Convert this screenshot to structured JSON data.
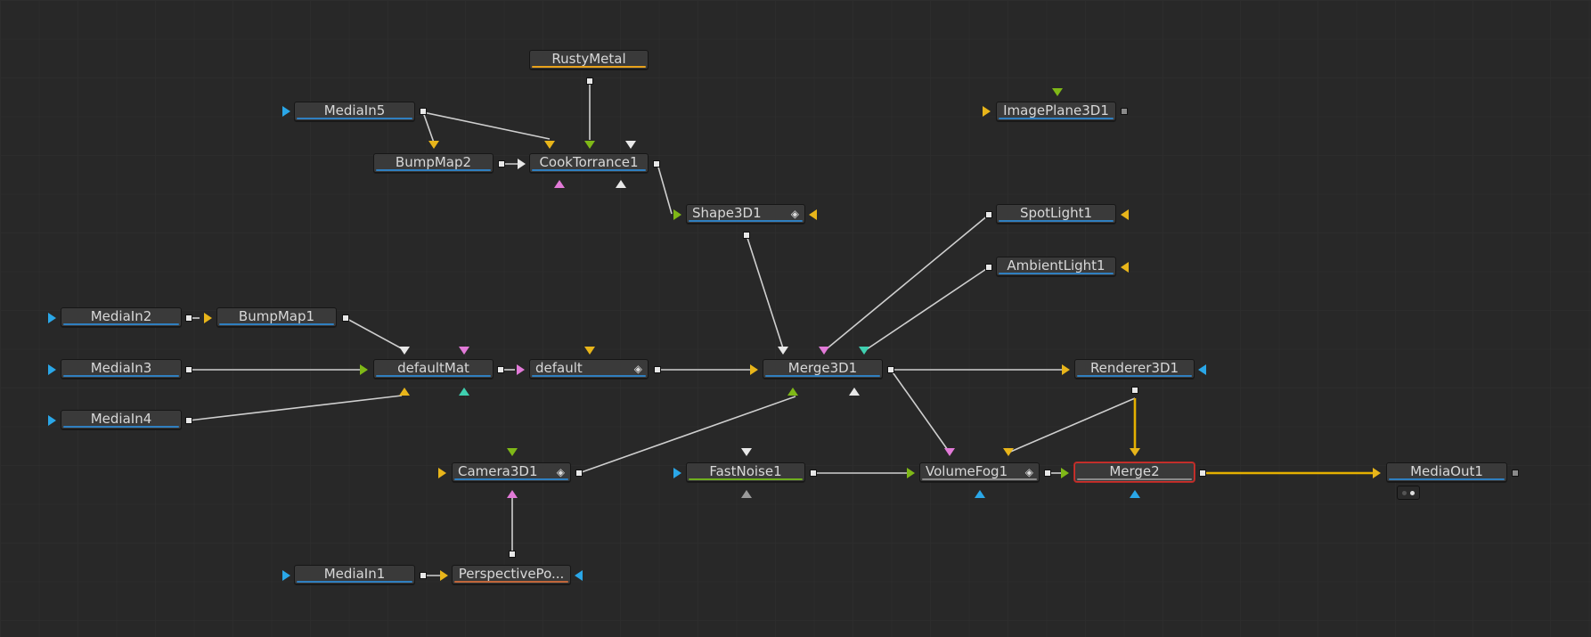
{
  "app": "Fusion Node Editor",
  "colors": {
    "blue": "#2aa7e8",
    "yellow": "#e8b51a",
    "green": "#7fb817",
    "pink": "#e27ad8",
    "white": "#e8e8e8",
    "teal": "#3fd0b0",
    "grey": "#9a9a9a",
    "selected": "#d0312d",
    "wire": "#cfcfcf",
    "active_wire": "#e4b000"
  },
  "nodes": {
    "rustymetal": {
      "label": "RustyMetal",
      "bar": "#e8a11a"
    },
    "mediain5": {
      "label": "MediaIn5",
      "bar": "#2f7fc0"
    },
    "imageplane": {
      "label": "ImagePlane3D1",
      "bar": "#2f7fc0"
    },
    "bumpmap2": {
      "label": "BumpMap2",
      "bar": "#2f7fc0"
    },
    "cooktorrance": {
      "label": "CookTorrance1",
      "bar": "#2f7fc0"
    },
    "shape3d": {
      "label": "Shape3D1",
      "bar": "#2f7fc0"
    },
    "spotlight": {
      "label": "SpotLight1",
      "bar": "#2f7fc0"
    },
    "ambientlight": {
      "label": "AmbientLight1",
      "bar": "#2f7fc0"
    },
    "mediain2": {
      "label": "MediaIn2",
      "bar": "#2f7fc0"
    },
    "bumpmap1": {
      "label": "BumpMap1",
      "bar": "#2f7fc0"
    },
    "mediain3": {
      "label": "MediaIn3",
      "bar": "#2f7fc0"
    },
    "defaultmat": {
      "label": "defaultMat",
      "bar": "#2f7fc0"
    },
    "default": {
      "label": "default",
      "bar": "#2f7fc0"
    },
    "merge3d": {
      "label": "Merge3D1",
      "bar": "#2f7fc0"
    },
    "renderer3d": {
      "label": "Renderer3D1",
      "bar": "#2f7fc0"
    },
    "mediain4": {
      "label": "MediaIn4",
      "bar": "#2f7fc0"
    },
    "camera3d": {
      "label": "Camera3D1",
      "bar": "#2f7fc0"
    },
    "fastnoise": {
      "label": "FastNoise1",
      "bar": "#6fae1f"
    },
    "volumefog": {
      "label": "VolumeFog1",
      "bar": "#8a8a8a"
    },
    "merge2": {
      "label": "Merge2",
      "bar": "#8a8a8a"
    },
    "mediaout": {
      "label": "MediaOut1",
      "bar": "#2f7fc0"
    },
    "mediain1": {
      "label": "MediaIn1",
      "bar": "#2f7fc0"
    },
    "perspective": {
      "label": "PerspectivePo...",
      "bar": "#c0663a"
    }
  }
}
